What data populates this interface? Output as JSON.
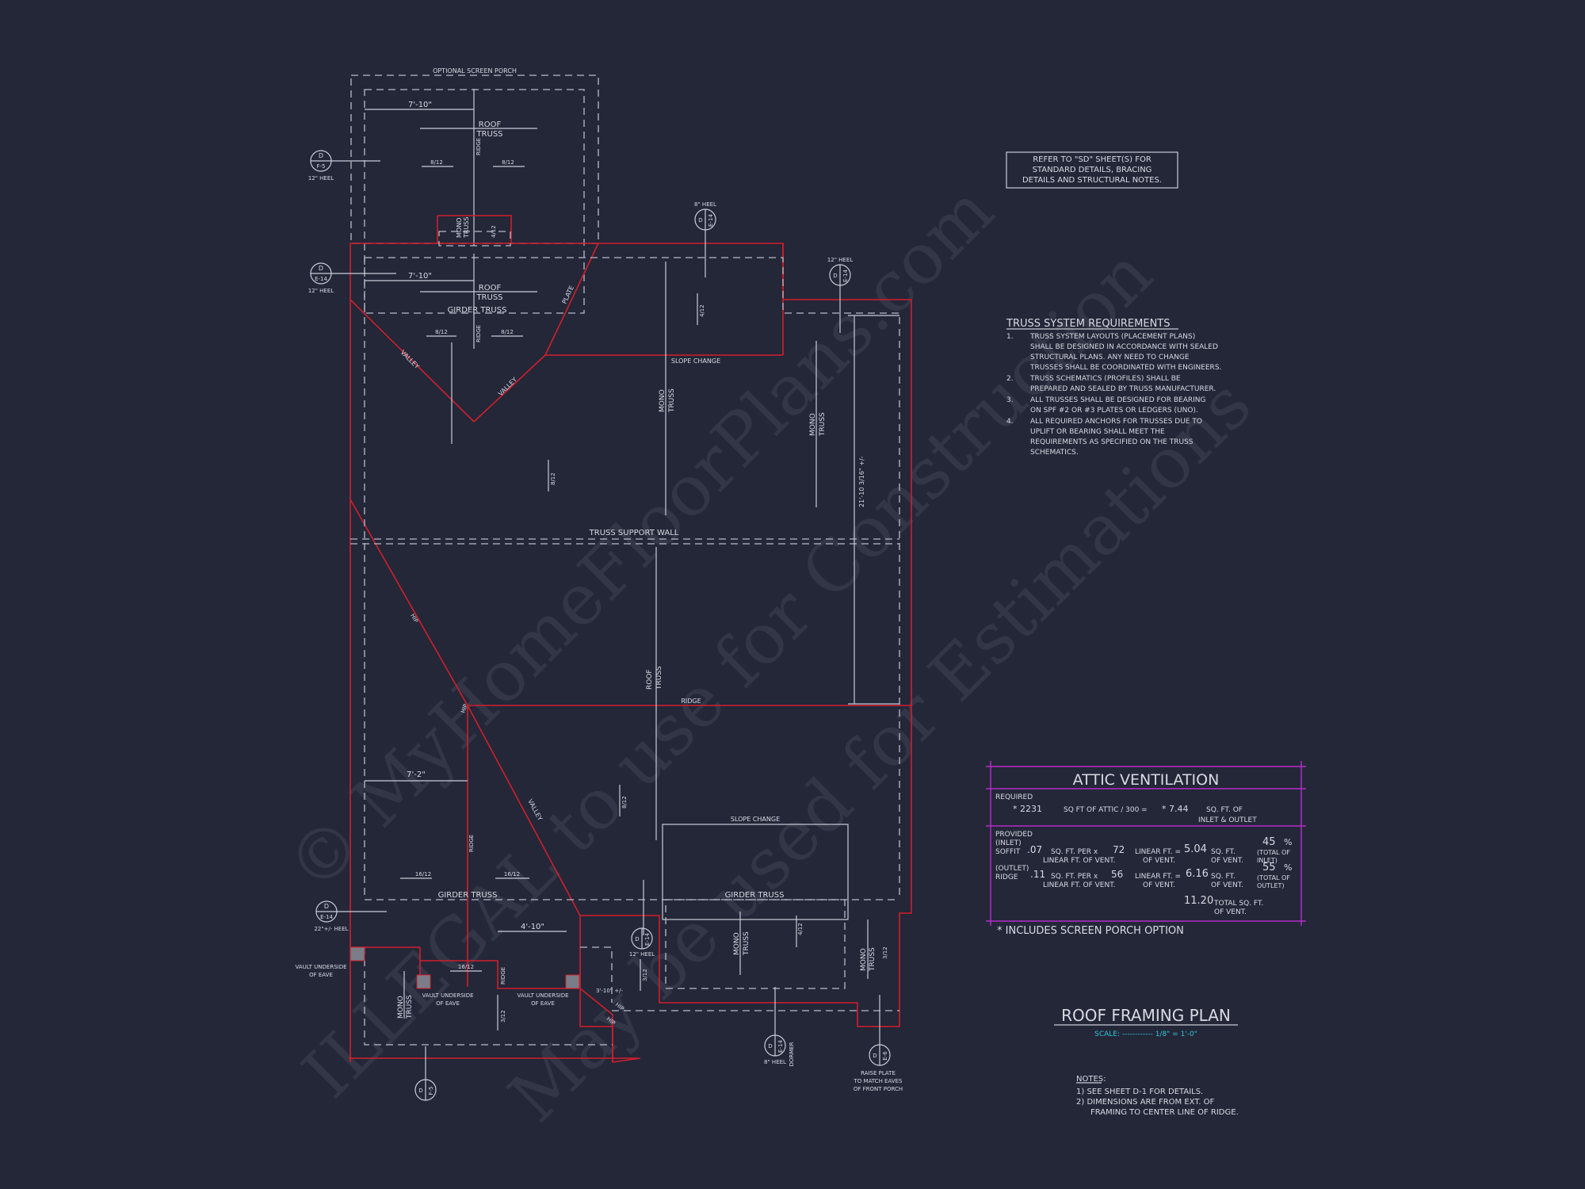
{
  "watermark": {
    "line1": "© MyHomeFloorPlans.com",
    "line2": "ILLEGAL to use for Construction",
    "line3": "May be used for Estimations"
  },
  "plan": {
    "screen_porch": "OPTIONAL SCREEN PORCH",
    "roof_truss": "ROOF",
    "roof_truss2": "TRUSS",
    "ridge": "RIDGE",
    "girder_truss": "GIRDER TRUSS",
    "valley": "VALLEY",
    "plate": "PLATE",
    "hip": "HIP",
    "mono": "MONO",
    "truss": "TRUSS",
    "slope_change": "SLOPE CHANGE",
    "truss_support_wall": "TRUSS SUPPORT WALL",
    "dim_7_10": "7'-10\"",
    "dim_7_2": "7'-2\"",
    "dim_4_10": "4'-10\"",
    "dim_21": "21'-10 3/16\" +/-",
    "dim_3_10": "3'-10\" +/-",
    "pitch_8_12": "8/12",
    "pitch_4_12": "4/12",
    "pitch_16_12": "16/12",
    "pitch_3_12": "3/12",
    "heel_12": "12\" HEEL",
    "heel_8": "8\" HEEL",
    "heel_22": "22\"+/- HEEL",
    "detail_d": "D",
    "detail_f5": "F-5",
    "detail_e14": "E-14",
    "detail_e6": "E-6",
    "vault_underside": "VAULT UNDERSIDE",
    "of_eave": "OF EAVE",
    "dormer": "DORMER",
    "raise_plate_1": "RAISE PLATE",
    "raise_plate_2": "TO MATCH EAVES",
    "raise_plate_3": "OF FRONT PORCH"
  },
  "refer_box": {
    "line1": "REFER TO \"SD\" SHEET(S) FOR",
    "line2": "STANDARD DETAILS, BRACING",
    "line3": "DETAILS AND STRUCTURAL NOTES."
  },
  "truss_requirements": {
    "title": "TRUSS SYSTEM REQUIREMENTS",
    "items": [
      {
        "num": "1.",
        "lines": [
          "TRUSS SYSTEM LAYOUTS (PLACEMENT PLANS)",
          "SHALL BE DESIGNED IN ACCORDANCE WITH SEALED",
          "STRUCTURAL PLANS. ANY NEED TO CHANGE",
          "TRUSSES SHALL BE COORDINATED WITH  ENGINEERS."
        ]
      },
      {
        "num": "2.",
        "lines": [
          "TRUSS SCHEMATICS (PROFILES) SHALL BE",
          "PREPARED AND SEALED BY TRUSS MANUFACTURER."
        ]
      },
      {
        "num": "3.",
        "lines": [
          "ALL TRUSSES SHALL BE DESIGNED FOR BEARING",
          "ON SPF #2 OR #3 PLATES OR LEDGERS (UNO)."
        ]
      },
      {
        "num": "4.",
        "lines": [
          "ALL REQUIRED ANCHORS FOR TRUSSES DUE TO",
          "UPLIFT OR BEARING SHALL MEET THE",
          "REQUIREMENTS AS SPECIFIED ON THE TRUSS",
          "SCHEMATICS."
        ]
      }
    ]
  },
  "attic_ventilation": {
    "title": "ATTIC VENTILATION",
    "required_label": "REQUIRED",
    "attic_sqft": "* 2231",
    "attic_text": "SQ FT OF ATTIC / 300 =",
    "required_vent": "* 7.44",
    "required_unit_1": "SQ. FT. OF",
    "required_unit_2": "INLET & OUTLET",
    "provided_label": "PROVIDED",
    "inlet_label": "(INLET)",
    "soffit_label": "SOFFIT",
    "soffit_val": ".07",
    "outlet_label": "(OUTLET)",
    "ridge_label": "RIDGE",
    "ridge_val": ".11",
    "per_text": "SQ. FT. PER x",
    "per_text_2": "LINEAR FT. OF VENT.",
    "soffit_lf": "72",
    "ridge_lf": "56",
    "lf_text": "LINEAR FT. =",
    "lf_text_2": "OF VENT.",
    "soffit_sqft": "5.04",
    "ridge_sqft": "6.16",
    "sqft_text": "SQ. FT.",
    "sqft_text_2": "OF VENT.",
    "soffit_pct": "45",
    "ridge_pct": "55",
    "pct_sign": "%",
    "total_of_1": "(TOTAL OF",
    "inlet_end": "INLET)",
    "outlet_end": "OUTLET)",
    "total_val": "11.20",
    "total_text_1": "TOTAL  SQ. FT.",
    "total_text_2": "OF VENT.",
    "footnote": "* INCLUDES SCREEN PORCH OPTION"
  },
  "title_block": {
    "title": "ROOF FRAMING PLAN",
    "scale": "SCALE: ------------ 1/8\" = 1'-0\""
  },
  "notes": {
    "heading": "NOTES:",
    "lines": [
      "1)  SEE SHEET D-1 FOR DETAILS.",
      "2)  DIMENSIONS ARE FROM EXT. OF",
      "FRAMING TO CENTER LINE OF RIDGE."
    ]
  },
  "colors": {
    "background": "#232738",
    "ridge_lines": "#d11f2c",
    "ventilation_box": "#b52bc8",
    "scale_text": "#2bc6d8"
  }
}
